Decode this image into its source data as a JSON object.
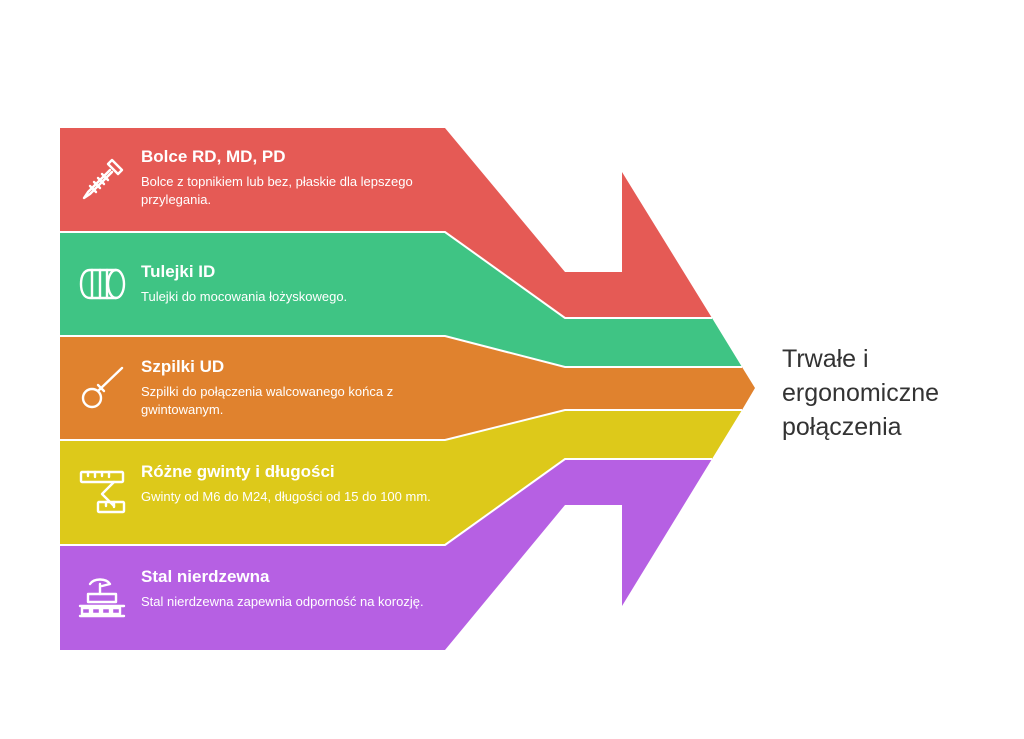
{
  "colors": {
    "red": "#e55a55",
    "green": "#3fc484",
    "orange": "#e0822e",
    "yellow": "#ddc91a",
    "purple": "#b660e3",
    "outcome_text": "#333333"
  },
  "bands": [
    {
      "title": "Bolce RD, MD, PD",
      "desc": "Bolce z topnikiem lub bez, płaskie dla lepszego przylegania.",
      "icon": "screw-icon",
      "color": "#e55a55"
    },
    {
      "title": "Tulejki ID",
      "desc": "Tulejki do mocowania łożyskowego.",
      "icon": "sleeve-icon",
      "color": "#3fc484"
    },
    {
      "title": "Szpilki UD",
      "desc": "Szpilki do połączenia walcowanego końca z gwintowanym.",
      "icon": "pin-icon",
      "color": "#e0822e"
    },
    {
      "title": "Różne gwinty i długości",
      "desc": "Gwinty od M6 do M24, długości od 15 do 100 mm.",
      "icon": "measuring-tape-icon",
      "color": "#ddc91a"
    },
    {
      "title": "Stal nierdzewna",
      "desc": "Stal nierdzewna zapewnia odporność na korozję.",
      "icon": "steel-factory-icon",
      "color": "#b660e3"
    }
  ],
  "outcome": "Trwałe i ergonomiczne połączenia"
}
